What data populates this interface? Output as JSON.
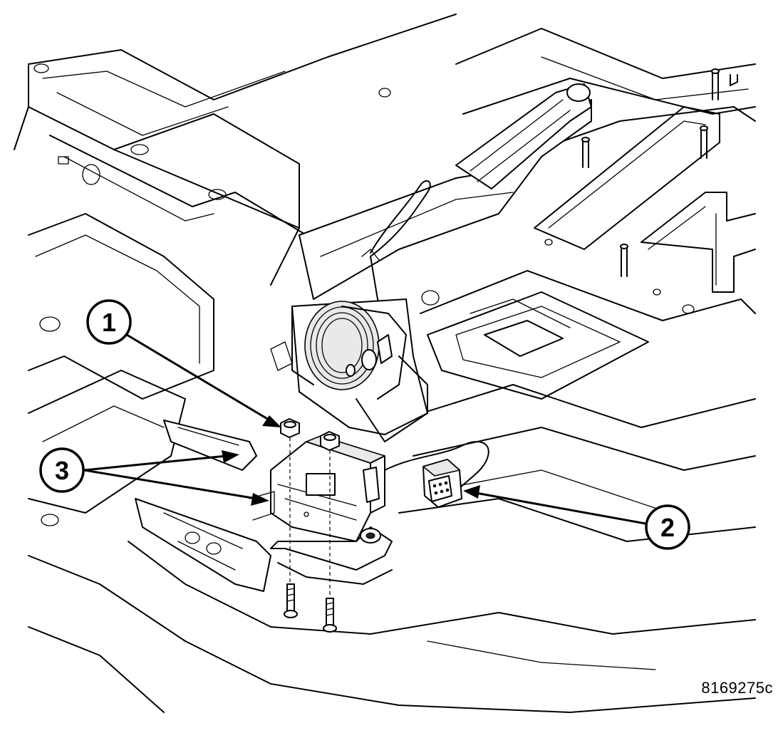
{
  "figure_id": "8169275c",
  "callouts": [
    {
      "label": "1"
    },
    {
      "label": "2"
    },
    {
      "label": "3"
    }
  ],
  "colors": {
    "background": "#ffffff",
    "ink": "#000000"
  }
}
